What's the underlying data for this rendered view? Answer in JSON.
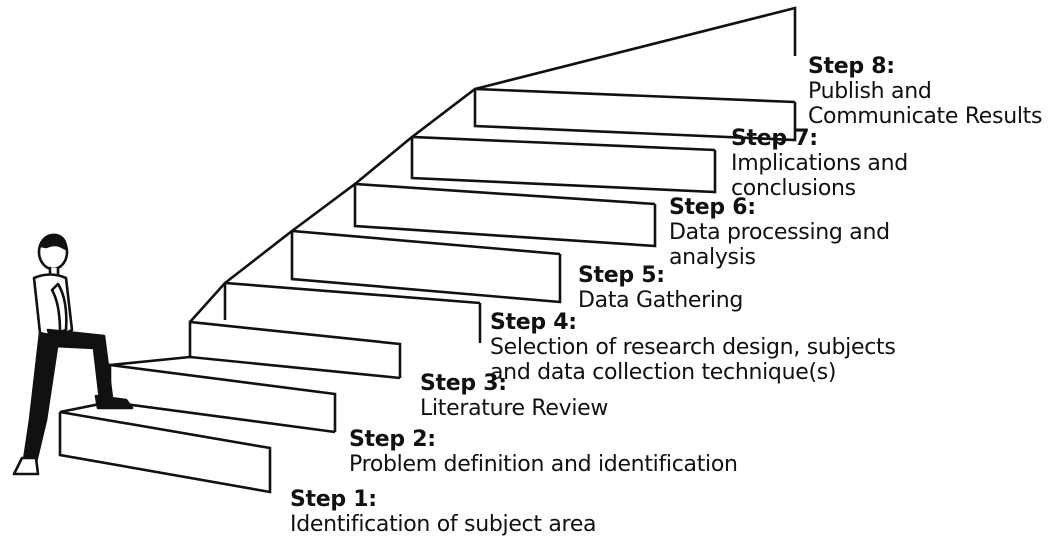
{
  "steps": [
    {
      "number": "Step 1:",
      "text": "Identification of subject area"
    },
    {
      "number": "Step 2:",
      "text": "Problem definition and identification"
    },
    {
      "number": "Step 3:",
      "text": "Literature Review"
    },
    {
      "number": "Step 4:",
      "text": "Selection of research design, subjects\nand data collection technique(s)"
    },
    {
      "number": "Step 5:",
      "text": "Data Gathering"
    },
    {
      "number": "Step 6:",
      "text": "Data processing and\nanalysis"
    },
    {
      "number": "Step 7:",
      "text": "Implications and\nconclusions"
    },
    {
      "number": "Step 8:",
      "text": "Publish and\nCommunicate Results"
    }
  ],
  "figure": {
    "icon": "person-climbing-stairs-icon"
  },
  "colors": {
    "ink": "#111111",
    "background": "#ffffff"
  }
}
